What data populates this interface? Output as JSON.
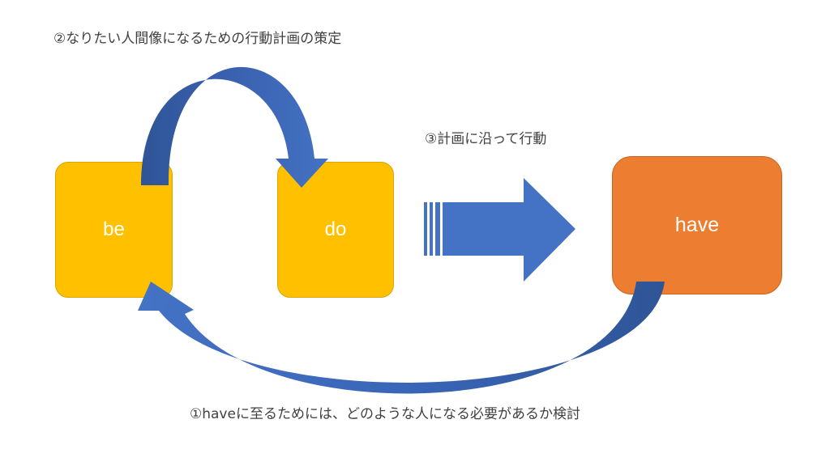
{
  "boxes": {
    "be": "be",
    "do": "do",
    "have": "have"
  },
  "labels": {
    "step2": "②なりたい人間像になるための行動計画の策定",
    "step3": "③計画に沿って行動",
    "step1": "①haveに至るためには、どのような人になる必要があるか検討"
  },
  "colors": {
    "box_yellow": "#FFC000",
    "box_orange": "#ED7D31",
    "arrow_blue": "#4472C4",
    "arrow_blue_dark": "#2F5597",
    "text": "#404040"
  }
}
